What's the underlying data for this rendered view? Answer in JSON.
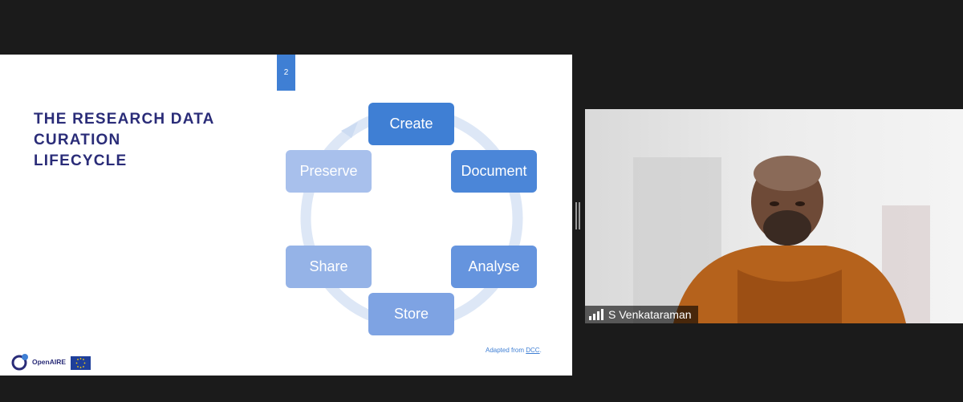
{
  "slide": {
    "page_number": "2",
    "title_lines": [
      "THE RESEARCH DATA",
      "CURATION",
      "LIFECYCLE"
    ],
    "stages": {
      "create": "Create",
      "document": "Document",
      "analyse": "Analyse",
      "store": "Store",
      "share": "Share",
      "preserve": "Preserve"
    },
    "credit_prefix": "Adapted from ",
    "credit_link": "DCC",
    "credit_suffix": ".",
    "logo_text": "OpenAIRE",
    "colors": {
      "title": "#2a2c78",
      "create": "#3f7fd4",
      "document": "#4b86d8",
      "analyse": "#6594de",
      "store": "#7ea3e3",
      "share": "#95b3e7",
      "preserve": "#a8c0ec",
      "ring": "#dde7f6"
    }
  },
  "participant": {
    "name": "S Venkataraman",
    "icon": "signal-strength-icon"
  }
}
